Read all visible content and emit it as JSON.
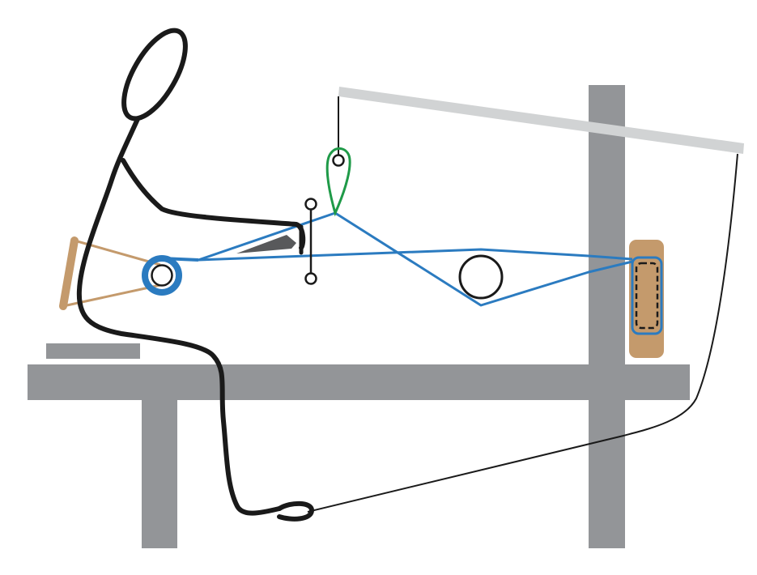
{
  "diagram": {
    "subject": "backstrap-loom-illustration",
    "colors": {
      "background": "#ffffff",
      "frame": "#939598",
      "upper_bar": "#d1d3d4",
      "warp": "#2b7bc0",
      "heddle_loop": "#1f9a48",
      "backstrap": "#c49a6c",
      "figure": "#1a1a1a",
      "beater": "#58595b"
    },
    "parts": [
      "head",
      "body",
      "arm",
      "backstrap",
      "breast-beam",
      "warp-threads",
      "beater",
      "shed-rod",
      "heddle-loop",
      "suspension-cord",
      "upper-bar",
      "lease-roller",
      "post",
      "warp-beam-block",
      "table",
      "foot-loop",
      "foot-cord"
    ]
  }
}
